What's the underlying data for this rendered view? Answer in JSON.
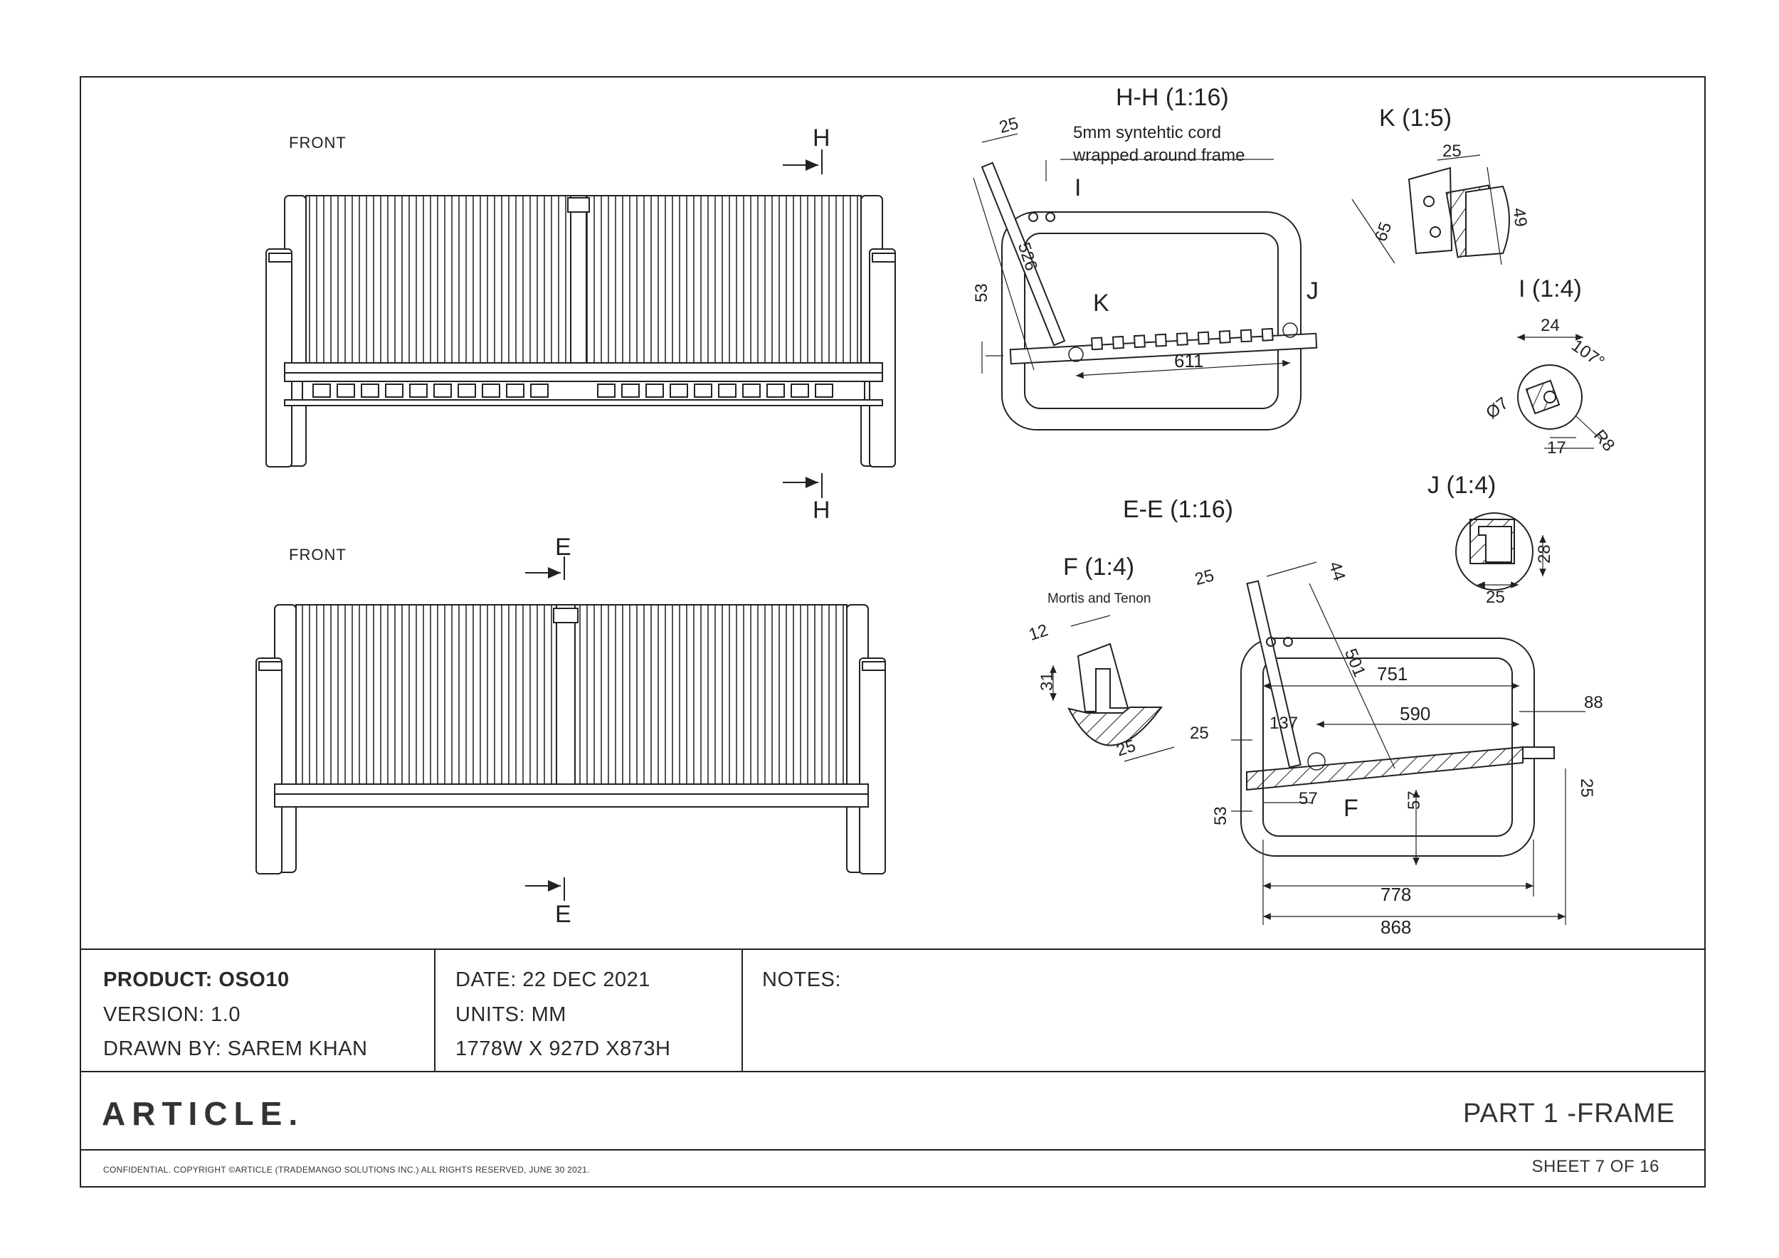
{
  "views": {
    "front_top": {
      "label": "FRONT",
      "section_marker": "H"
    },
    "front_bottom": {
      "label": "FRONT",
      "section_marker": "E"
    }
  },
  "section_hh": {
    "title": "H-H (1:16)",
    "note_line1": "5mm syntehtic cord",
    "note_line2": "wrapped around frame",
    "dims": {
      "d25": "25",
      "d526": "526",
      "d53": "53",
      "d611": "611"
    },
    "callouts": {
      "I": "I",
      "K": "K",
      "J": "J"
    }
  },
  "detail_k": {
    "title": "K (1:5)",
    "dims": {
      "d25": "25",
      "d65": "65",
      "d49": "49"
    }
  },
  "detail_i": {
    "title": "I (1:4)",
    "dims": {
      "d24": "24",
      "angle": "107°",
      "dia": "Ø7",
      "d17": "17",
      "radius": "R8"
    }
  },
  "detail_j": {
    "title": "J (1:4)",
    "dims": {
      "d28": "28",
      "d25": "25"
    }
  },
  "section_ee": {
    "title": "E-E (1:16)",
    "dims": {
      "d25a": "25",
      "d44": "44",
      "d501": "501",
      "d751": "751",
      "d88": "88",
      "d590": "590",
      "d137": "137",
      "d25b": "25",
      "d25c": "25",
      "d57a": "57",
      "d57b": "57",
      "d53": "53",
      "d778": "778",
      "d868": "868"
    },
    "callouts": {
      "F": "F"
    }
  },
  "detail_f": {
    "title": "F (1:4)",
    "subtitle": "Mortis and Tenon",
    "dims": {
      "d12": "12",
      "d31": "31",
      "d25": "25"
    }
  },
  "title_block": {
    "product": "PRODUCT: OSO10",
    "version": "VERSION: 1.0",
    "drawn_by": "DRAWN BY: SAREM KHAN",
    "date": "DATE: 22 DEC 2021",
    "units": "UNITS: MM",
    "size": "1778W X 927D X873H",
    "notes_label": "NOTES:",
    "brand": "ARTICLE.",
    "part": "PART 1 -FRAME",
    "copyright": "CONFIDENTIAL. COPYRIGHT ©ARTICLE (TRADEMANGO SOLUTIONS INC.) ALL RIGHTS RESERVED, JUNE 30 2021.",
    "sheet": "SHEET 7 OF 16"
  }
}
